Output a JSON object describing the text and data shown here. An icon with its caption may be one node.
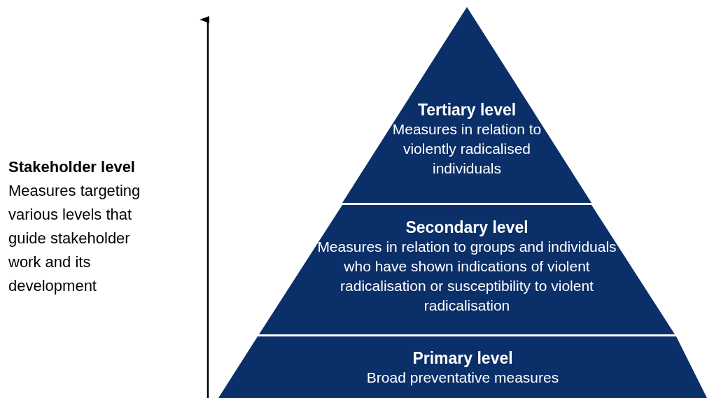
{
  "diagram": {
    "nodes": [
      {
        "text": [
          "Tertiary level",
          "Measures in relation to violently radicalised individuals"
        ]
      },
      {
        "text": [
          "Secondary level",
          "Measures in relation to groups and individuals who have shown indications of violent radicalisation or susceptibility to violent radicalisation"
        ]
      },
      {
        "text": [
          "Primary level",
          "Broad preventative measures"
        ]
      }
    ],
    "edges": [],
    "labels": [
      "Stakeholder level",
      "Measures targeting various levels that guide stakeholder work and its development"
    ]
  }
}
